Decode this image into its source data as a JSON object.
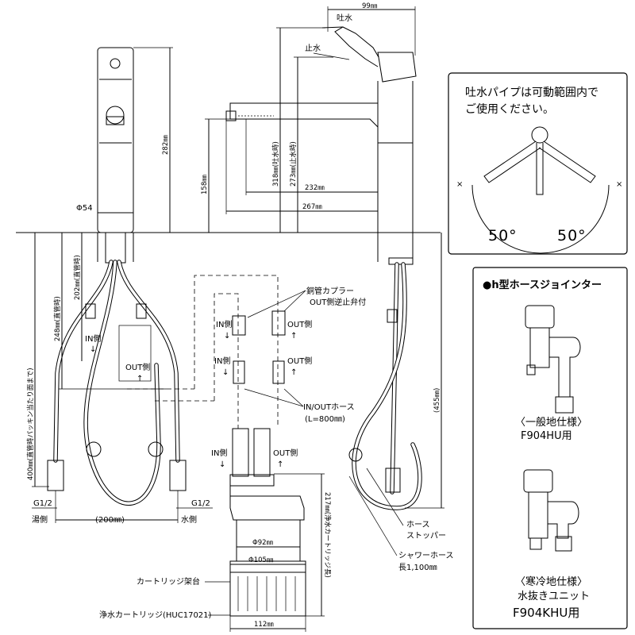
{
  "top": {
    "dim_99": "99㎜",
    "spout": "吐水",
    "stop": "止水",
    "dim_282": "282㎜",
    "dim_158": "158㎜",
    "dim_318": "318㎜(吐水時)",
    "dim_273": "273㎜(止水時)",
    "dim_232": "232㎜",
    "dim_267": "267㎜",
    "dim_54": "Φ54"
  },
  "range_box": {
    "line1": "吐水パイプは可動範囲内で",
    "line2": "ご使用ください。",
    "angle_left": "50°",
    "angle_right": "50°",
    "x_mark": "×"
  },
  "left": {
    "dim_400": "400㎜(直管時パッキン当たり面まで)",
    "dim_248": "248㎜(直管時)",
    "dim_202": "202㎜(直管時)",
    "in_side": "IN側",
    "out_side": "OUT側",
    "g12_left": "G1/2",
    "g12_right": "G1/2",
    "hot": "湯側",
    "cold": "水側",
    "dim_200": "(200㎜)"
  },
  "center": {
    "coupler": "銅管カプラー",
    "check_valve": "OUT側逆止弁付",
    "in_side_a": "IN側",
    "out_side_a": "OUT側",
    "in_side_b": "IN側",
    "out_side_b": "OUT側",
    "inout_hose": "IN/OUTホース",
    "hose_len": "(L=800㎜)",
    "in_side_c": "IN側",
    "out_side_c": "OUT側",
    "arrow_up": "↑",
    "arrow_down": "↓",
    "dim_217": "217㎜(浄水カートリッジ長)",
    "dim_92": "Φ92㎜",
    "dim_105": "Φ105㎜",
    "dim_112": "112㎜",
    "rack": "カートリッジ架台",
    "cartridge": "浄水カートリッジ(HUC17021)"
  },
  "right": {
    "dim_455": "(455㎜)",
    "hose_stopper_1": "ホース",
    "hose_stopper_2": "ストッパー",
    "shower_hose": "シャワーホース",
    "shower_len": "長1,100㎜"
  },
  "jointer": {
    "title": "●h型ホースジョインター",
    "std_label": "〈一般地仕様〉",
    "std_model": "F904HU用",
    "cold_label": "〈寒冷地仕様〉",
    "cold_unit": "水抜きユニット",
    "cold_model": "F904KHU用"
  }
}
